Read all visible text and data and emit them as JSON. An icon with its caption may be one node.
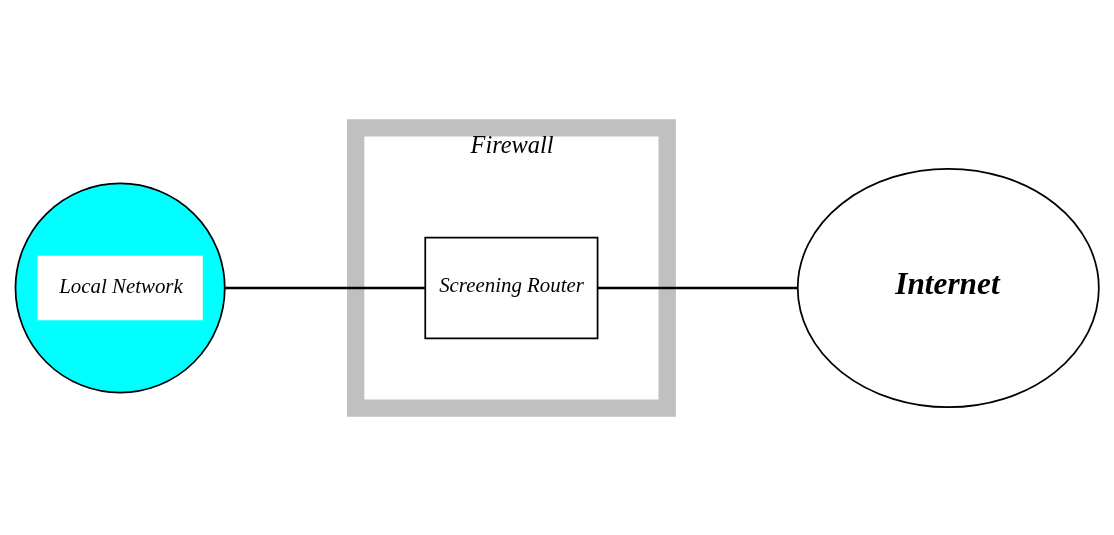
{
  "diagram": {
    "nodes": [
      {
        "text": [
          "Local Network"
        ]
      },
      {
        "text": [
          "Firewall"
        ]
      },
      {
        "text": [
          "Screening Router"
        ],
        "in": 1
      },
      {
        "text": [
          "Internet"
        ]
      }
    ],
    "edges": [
      {
        "from": 0,
        "to": 2,
        "arrow": "none"
      },
      {
        "from": 2,
        "to": 3,
        "arrow": "none"
      }
    ]
  }
}
